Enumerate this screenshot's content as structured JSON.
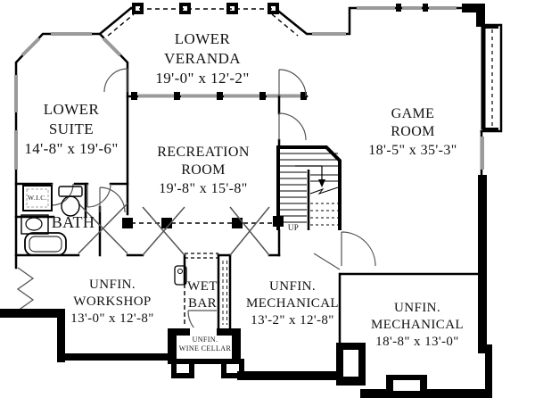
{
  "plan": {
    "background": "#ffffff",
    "wall_color": "#000000",
    "window_color": "#9a9a9a",
    "text_color": "#111111",
    "rooms": {
      "lower_veranda": {
        "line1": "LOWER",
        "line2": "VERANDA",
        "dims": "19'-0\" x 12'-2\""
      },
      "lower_suite": {
        "line1": "LOWER",
        "line2": "SUITE",
        "dims": "14'-8\" x 19'-6\""
      },
      "recreation_room": {
        "line1": "RECREATION",
        "line2": "ROOM",
        "dims": "19'-8\" x 15'-8\""
      },
      "game_room": {
        "line1": "GAME",
        "line2": "ROOM",
        "dims": "18'-5\" x 35'-3\""
      },
      "wic": {
        "line1": "W.I.C."
      },
      "bath": {
        "line1": "BATH"
      },
      "workshop": {
        "line1": "UNFIN.",
        "line2": "WORKSHOP",
        "dims": "13'-0\" x 12'-8\""
      },
      "wet_bar": {
        "line1": "WET",
        "line2": "BAR"
      },
      "mechanical_center": {
        "line1": "UNFIN.",
        "line2": "MECHANICAL",
        "dims": "13'-2\" x 12'-8\""
      },
      "mechanical_right": {
        "line1": "UNFIN.",
        "line2": "MECHANICAL",
        "dims": "18'-8\" x 13'-0\""
      },
      "wine_cellar": {
        "line1": "UNFIN.",
        "line2": "WINE CELLAR"
      },
      "stairs": {
        "direction_label": "UP"
      }
    }
  }
}
